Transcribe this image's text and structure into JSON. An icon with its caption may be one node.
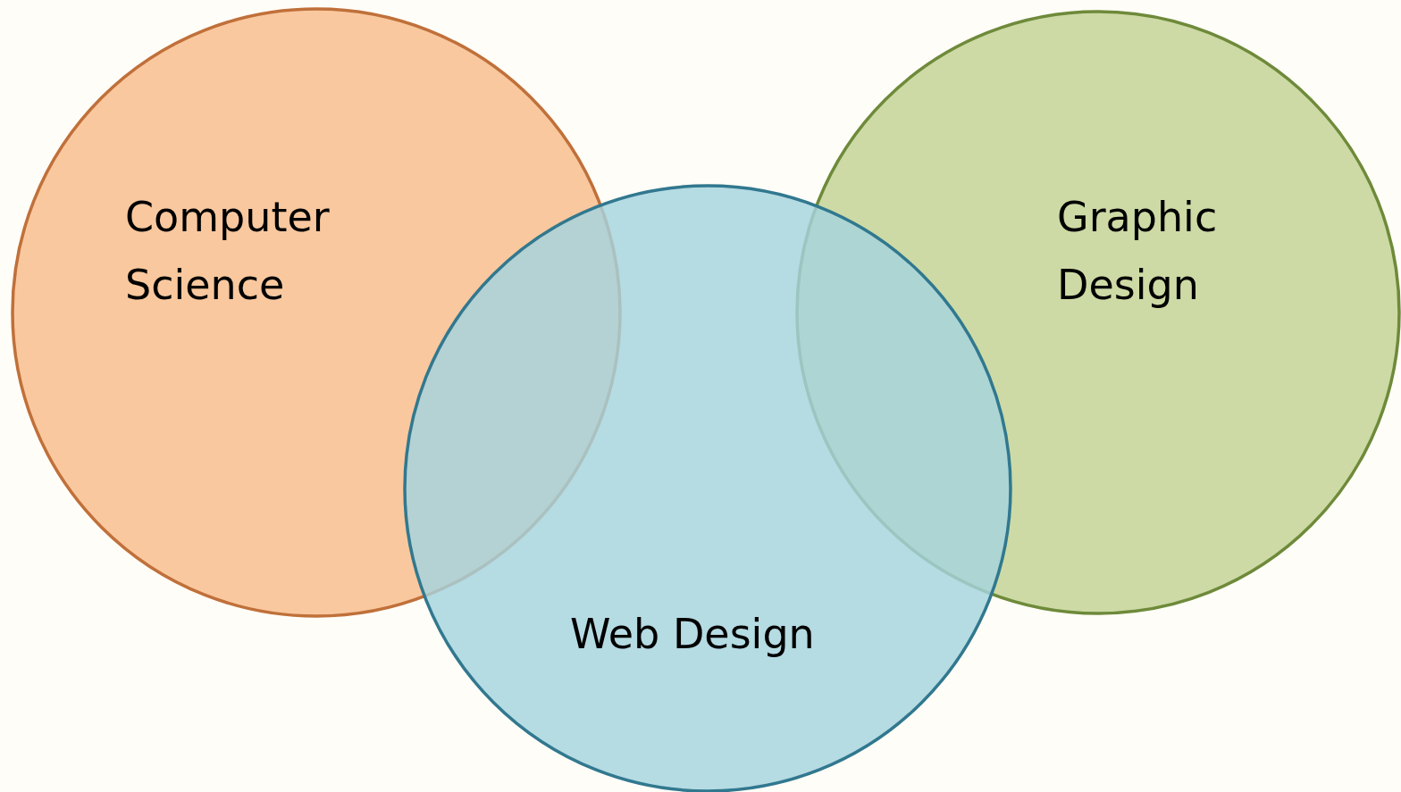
{
  "diagram": {
    "nodes": [
      {
        "text": [
          "Computer Science"
        ]
      },
      {
        "text": [
          "Graphic Design"
        ]
      },
      {
        "text": [
          "Web Design"
        ]
      }
    ]
  }
}
